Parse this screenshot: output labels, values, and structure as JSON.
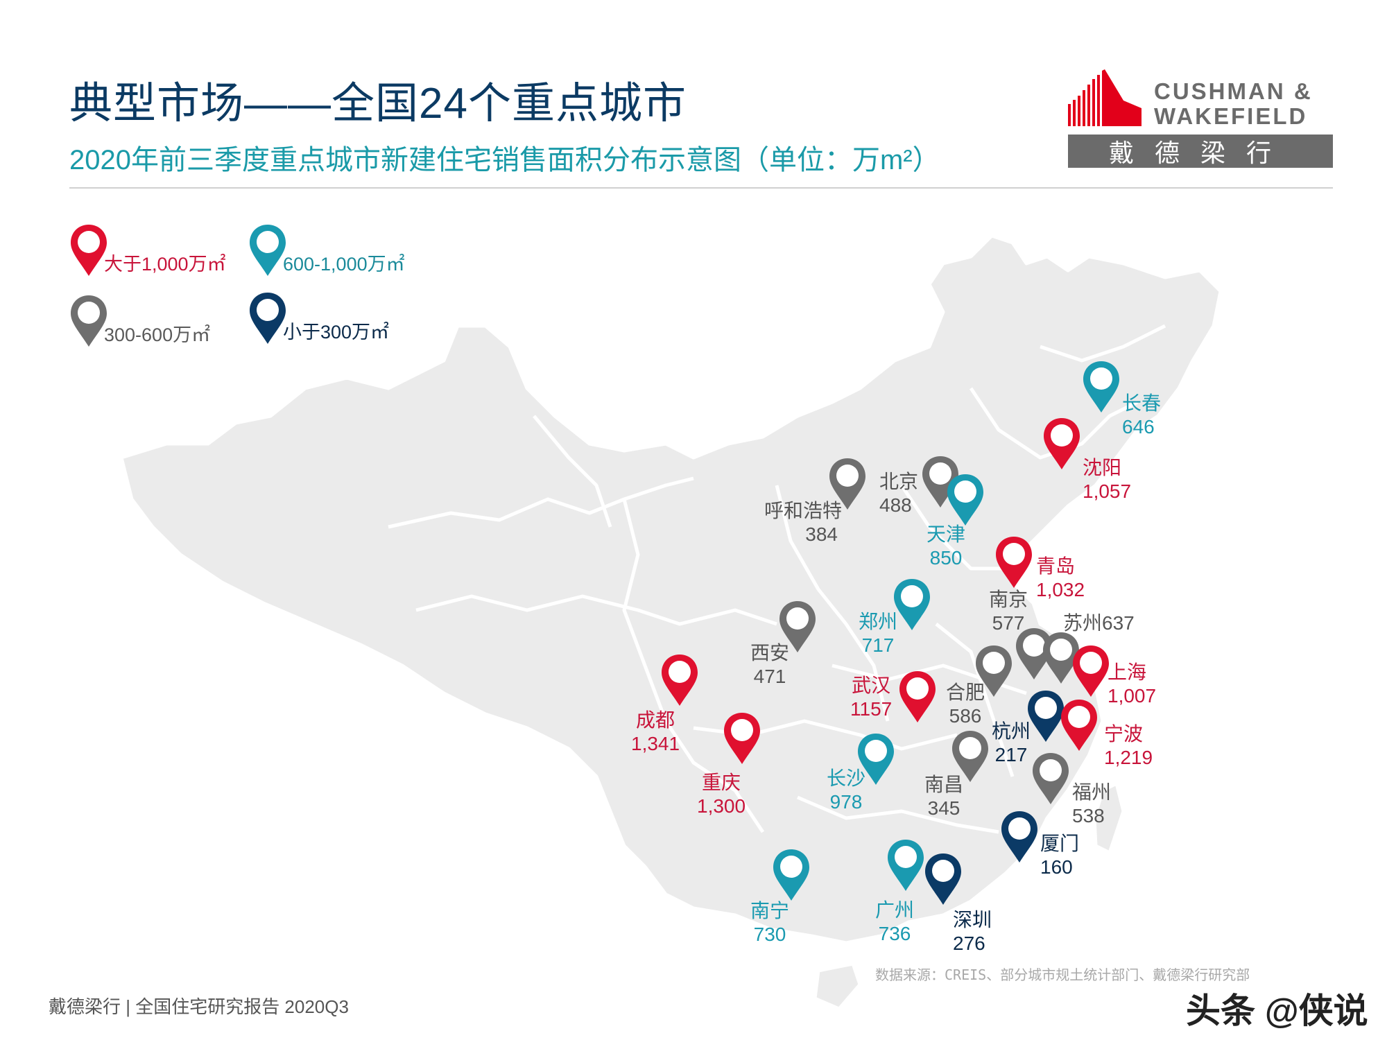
{
  "header": {
    "title": "典型市场——全国24个重点城市",
    "subtitle": "2020年前三季度重点城市新建住宅销售面积分布示意图（单位：万m²）"
  },
  "logo": {
    "line1": "CUSHMAN &",
    "line2": "WAKEFIELD",
    "chinese": "戴德梁行",
    "brand_color": "#e2001a",
    "text_color": "#6b6b6b"
  },
  "legend": [
    {
      "label": "大于1,000万㎡",
      "color": "#e0102f",
      "icon": "map-pin-icon"
    },
    {
      "label": "600-1,000万㎡",
      "color": "#1a9ab0",
      "icon": "map-pin-icon"
    },
    {
      "label": "300-600万㎡",
      "color": "#6f6f6f",
      "icon": "map-pin-icon"
    },
    {
      "label": "小于300万㎡",
      "color": "#0b3a66",
      "icon": "map-pin-icon"
    }
  ],
  "chart_data": {
    "type": "map",
    "title": "2020年前三季度重点城市新建住宅销售面积分布示意图",
    "unit": "万m²",
    "categories_legend": [
      "大于1,000万㎡",
      "600-1,000万㎡",
      "300-600万㎡",
      "小于300万㎡"
    ],
    "cities": [
      {
        "name": "长春",
        "value": 646,
        "display": "646",
        "tier": "600-1,000"
      },
      {
        "name": "沈阳",
        "value": 1057,
        "display": "1,057",
        "tier": ">1,000"
      },
      {
        "name": "呼和浩特",
        "value": 384,
        "display": "384",
        "tier": "300-600"
      },
      {
        "name": "北京",
        "value": 488,
        "display": "488",
        "tier": "300-600"
      },
      {
        "name": "天津",
        "value": 850,
        "display": "850",
        "tier": "600-1,000"
      },
      {
        "name": "青岛",
        "value": 1032,
        "display": "1,032",
        "tier": ">1,000"
      },
      {
        "name": "南京",
        "value": 577,
        "display": "577",
        "tier": "300-600"
      },
      {
        "name": "苏州",
        "value": 637,
        "display": "637",
        "tier": "300-600"
      },
      {
        "name": "郑州",
        "value": 717,
        "display": "717",
        "tier": "600-1,000"
      },
      {
        "name": "西安",
        "value": 471,
        "display": "471",
        "tier": "300-600"
      },
      {
        "name": "上海",
        "value": 1007,
        "display": "1,007",
        "tier": ">1,000"
      },
      {
        "name": "武汉",
        "value": 1157,
        "display": "1157",
        "tier": ">1,000"
      },
      {
        "name": "合肥",
        "value": 586,
        "display": "586",
        "tier": "300-600"
      },
      {
        "name": "成都",
        "value": 1341,
        "display": "1,341",
        "tier": ">1,000"
      },
      {
        "name": "杭州",
        "value": 217,
        "display": "217",
        "tier": "<300"
      },
      {
        "name": "宁波",
        "value": 1219,
        "display": "1,219",
        "tier": ">1,000"
      },
      {
        "name": "重庆",
        "value": 1300,
        "display": "1,300",
        "tier": ">1,000"
      },
      {
        "name": "长沙",
        "value": 978,
        "display": "978",
        "tier": "600-1,000"
      },
      {
        "name": "南昌",
        "value": 345,
        "display": "345",
        "tier": "300-600"
      },
      {
        "name": "福州",
        "value": 538,
        "display": "538",
        "tier": "300-600"
      },
      {
        "name": "厦门",
        "value": 160,
        "display": "160",
        "tier": "<300"
      },
      {
        "name": "南宁",
        "value": 730,
        "display": "730",
        "tier": "600-1,000"
      },
      {
        "name": "广州",
        "value": 736,
        "display": "736",
        "tier": "600-1,000"
      },
      {
        "name": "深圳",
        "value": 276,
        "display": "276",
        "tier": "<300"
      }
    ]
  },
  "source": "数据来源：CREIS、部分城市规土统计部门、戴德梁行研究部",
  "footer": "戴德梁行 | 全国住宅研究报告 2020Q3",
  "watermark": "头条 @侠说",
  "colors": {
    "red": "#e0102f",
    "teal": "#1a9ab0",
    "gray": "#6f6f6f",
    "navy": "#0b3a66",
    "map_fill": "#ebebeb",
    "map_border": "#ffffff"
  }
}
